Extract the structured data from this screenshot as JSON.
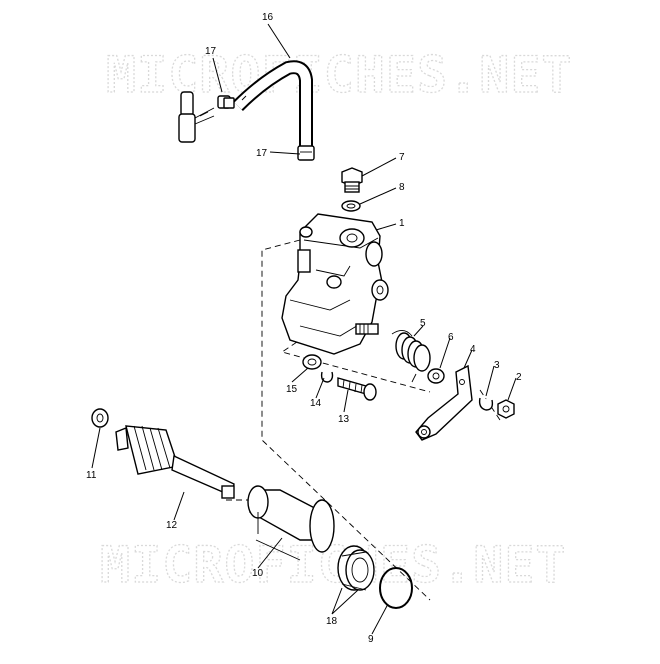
{
  "watermark": {
    "top": "MICROFICHES.NET",
    "bottom": "MICROFICHES.NET"
  },
  "callouts": {
    "c1": "1",
    "c2": "2",
    "c3": "3",
    "c4": "4",
    "c5": "5",
    "c6": "6",
    "c7": "7",
    "c8": "8",
    "c9": "9",
    "c10": "10",
    "c11": "11",
    "c12": "12",
    "c13": "13",
    "c14": "14",
    "c15": "15",
    "c16": "16",
    "c17a": "17",
    "c17b": "17",
    "c18": "18"
  }
}
